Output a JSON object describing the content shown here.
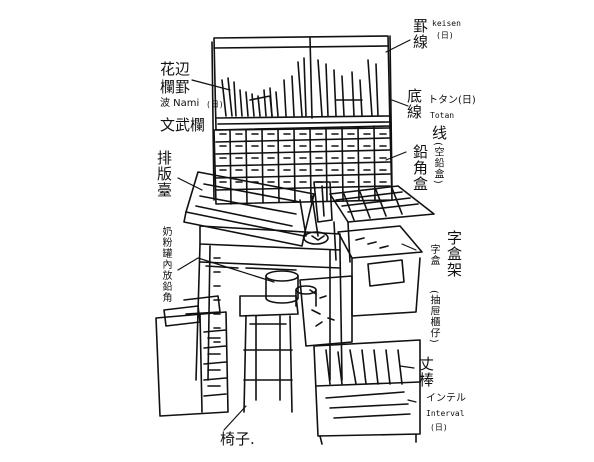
{
  "labels": {
    "keisen_kanji": "罫線",
    "keisen_romaji": "keisen",
    "keisen_tag": "(日)",
    "hanagata_kanji": "花辺",
    "kakomi_kanji": "欄罫",
    "nami_line": "波 Nami",
    "nami_tag": "(日)",
    "bunbu_line": "文武欄",
    "sokusen_kanji": "底線",
    "totan_line": "トタン(日)",
    "totan_romaji": "Totan",
    "sen_kanji": "线",
    "enkaku_kanji": "鉛角盒",
    "enkaku_note": "(空鉛盒)",
    "haihan_kanji": "排版臺",
    "milk_can_kanji": "奶粉罐內放鉛角",
    "jiban_kanji": "字盒架",
    "jiban_sub": "字盒",
    "jiban_note": "(抽屉櫃仔)",
    "interval_kanji": "丈棒",
    "interval_kana": "インテル",
    "interval_romaji": "Interval",
    "interval_tag": "(日)",
    "stool_kanji": "椅子."
  },
  "colors": {
    "ink": "#111111",
    "paper": "#ffffff"
  }
}
